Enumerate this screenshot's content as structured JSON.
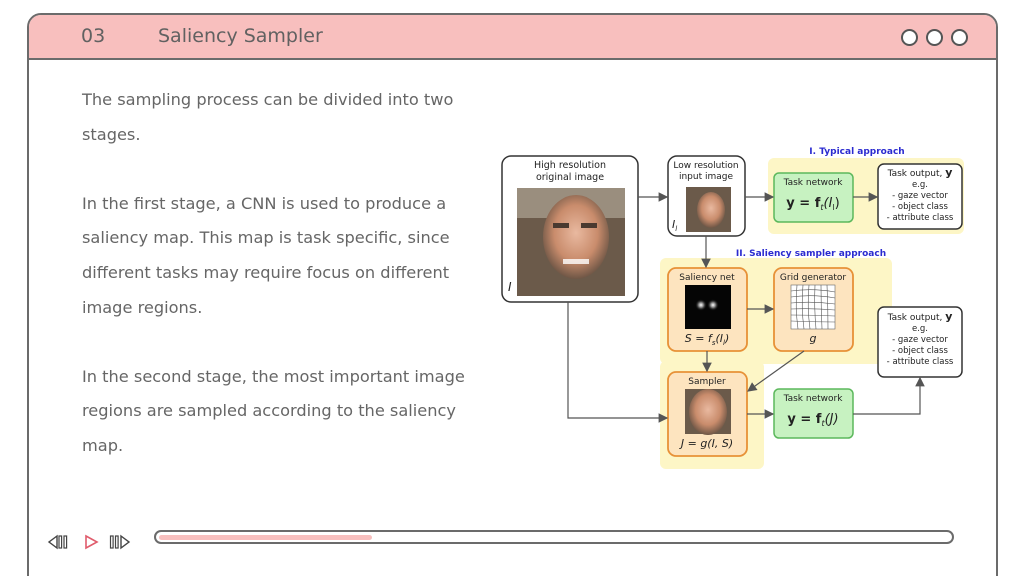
{
  "header": {
    "slide_number": "03",
    "title": "Saliency Sampler"
  },
  "body": {
    "paragraph1": "The sampling process can be divided into two stages.",
    "paragraph2": "In the first stage, a CNN is used to produce a saliency map. This map is task specific, since different  tasks may require focus on different image regions.",
    "paragraph3": "In the second stage, the most important image regions are sampled according to the saliency map."
  },
  "figure": {
    "hires_label_1": "High resolution",
    "hires_label_2": "original image",
    "hires_var": "I",
    "lowres_label_1": "Low resolution",
    "lowres_label_2": "input image",
    "lowres_var": "I",
    "lowres_var_sub": "l",
    "typical_title": "I. Typical approach",
    "sampler_title": "II. Saliency sampler approach",
    "task_network_1": "Task network",
    "task_network_1_eq": "y = f",
    "task_network_1_eq_sub": "t",
    "task_network_1_eq_arg": "(I",
    "task_network_1_eq_arg_sub": "l",
    "task_network_1_eq_end": ")",
    "task_output_1_title": "Task output, ",
    "task_output_1_title_var": "y",
    "task_output_1_eg": "e.g.",
    "task_output_1_items": [
      "- gaze vector",
      "- object class",
      "- attribute class"
    ],
    "saliency_net": "Saliency net",
    "saliency_eq": "S = f",
    "saliency_eq_sub": "s",
    "saliency_eq_arg": "(I",
    "saliency_eq_arg_sub": "l",
    "saliency_eq_end": ")",
    "grid_generator": "Grid generator",
    "grid_var": "g",
    "sampler": "Sampler",
    "sampler_eq": "J = g(I, S)",
    "task_network_2": "Task network",
    "task_network_2_eq": "y = f",
    "task_network_2_eq_sub": "t",
    "task_network_2_eq_arg": "(J)",
    "task_output_2_title": "Task output, ",
    "task_output_2_title_var": "y",
    "task_output_2_eg": "e.g.",
    "task_output_2_items": [
      "- gaze vector",
      "- object class",
      "- attribute class"
    ]
  },
  "player": {
    "progress": 0.27
  },
  "colors": {
    "accent_pink": "#f8bfbe",
    "text_gray": "#666666",
    "yellow_bg": "#fdf6c6",
    "orange_box": "#fde4bf",
    "orange_border": "#e79137",
    "green_box": "#c7f2c1",
    "green_border": "#5cb85c",
    "blue_title": "#2b2bd0"
  }
}
